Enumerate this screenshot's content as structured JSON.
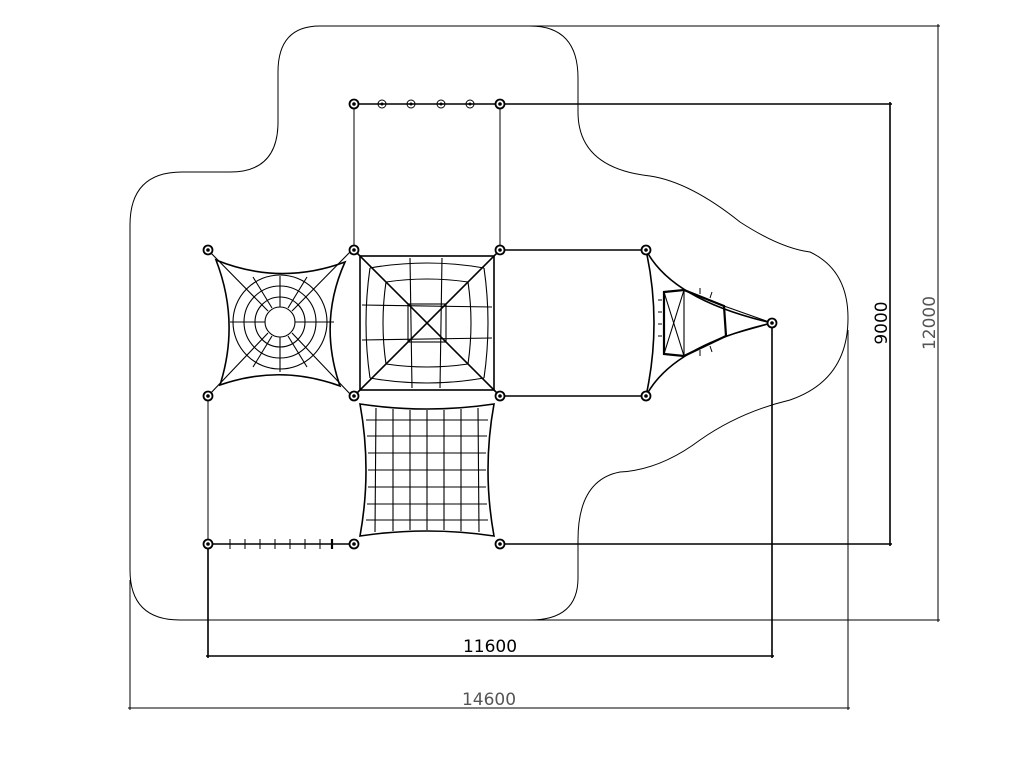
{
  "dimensions": {
    "inner_width": "11600",
    "outer_width": "14600",
    "inner_height": "9000",
    "outer_height": "12000"
  }
}
